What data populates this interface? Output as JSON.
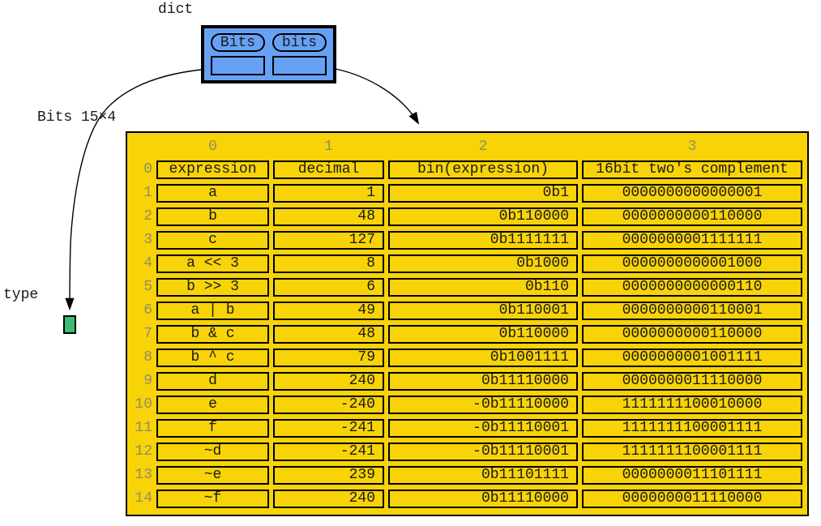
{
  "labels": {
    "dict_variable": "dict",
    "array_dims": "Bits 15×4",
    "type_label": "type"
  },
  "dict_node": {
    "keys": [
      "Bits",
      "bits"
    ]
  },
  "table": {
    "col_indices": [
      "0",
      "1",
      "2",
      "3"
    ],
    "row_indices": [
      "0",
      "1",
      "2",
      "3",
      "4",
      "5",
      "6",
      "7",
      "8",
      "9",
      "10",
      "11",
      "12",
      "13",
      "14"
    ],
    "rows": [
      [
        "expression",
        "decimal",
        "bin(expression)",
        "16bit two's complement"
      ],
      [
        "a",
        "1",
        "0b1",
        "0000000000000001"
      ],
      [
        "b",
        "48",
        "0b110000",
        "0000000000110000"
      ],
      [
        "c",
        "127",
        "0b1111111",
        "0000000001111111"
      ],
      [
        "a << 3",
        "8",
        "0b1000",
        "0000000000001000"
      ],
      [
        "b >> 3",
        "6",
        "0b110",
        "0000000000000110"
      ],
      [
        "a | b",
        "49",
        "0b110001",
        "0000000000110001"
      ],
      [
        "b & c",
        "48",
        "0b110000",
        "0000000000110000"
      ],
      [
        "b ^ c",
        "79",
        "0b1001111",
        "0000000001001111"
      ],
      [
        "d",
        "240",
        "0b11110000",
        "0000000011110000"
      ],
      [
        "e",
        "-240",
        "-0b11110000",
        "1111111100010000"
      ],
      [
        "f",
        "-241",
        "-0b11110001",
        "1111111100001111"
      ],
      [
        "~d",
        "-241",
        "-0b11110001",
        "1111111100001111"
      ],
      [
        "~e",
        "239",
        "0b11101111",
        "0000000011101111"
      ],
      [
        "~f",
        "240",
        "0b11110000",
        "0000000011110000"
      ]
    ]
  },
  "colors": {
    "table_fill": "#f7d308",
    "dict_fill": "#67a1f5",
    "type_fill": "#3dbd74",
    "index_text": "#8f8f63",
    "stroke": "#000000"
  }
}
